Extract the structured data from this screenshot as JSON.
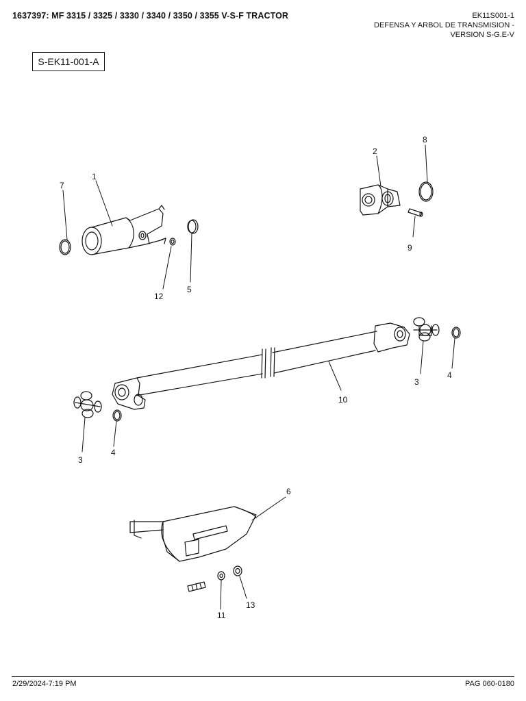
{
  "header": {
    "title": "1637397: MF 3315 / 3325 / 3330 / 3340 / 3350 / 3355 V-S-F TRACTOR",
    "code": "EK11S001-1",
    "desc_line1": "DEFENSA Y ARBOL DE TRANSMISION -",
    "desc_line2": "VERSION S-G.E-V"
  },
  "diagram": {
    "code": "S-EK11-001-A",
    "callouts": [
      "1",
      "2",
      "3",
      "4",
      "5",
      "6",
      "7",
      "8",
      "9",
      "10",
      "11",
      "12",
      "13"
    ]
  },
  "footer": {
    "datetime": "2/29/2024-7:19 PM",
    "page": "PAG 060-0180"
  }
}
